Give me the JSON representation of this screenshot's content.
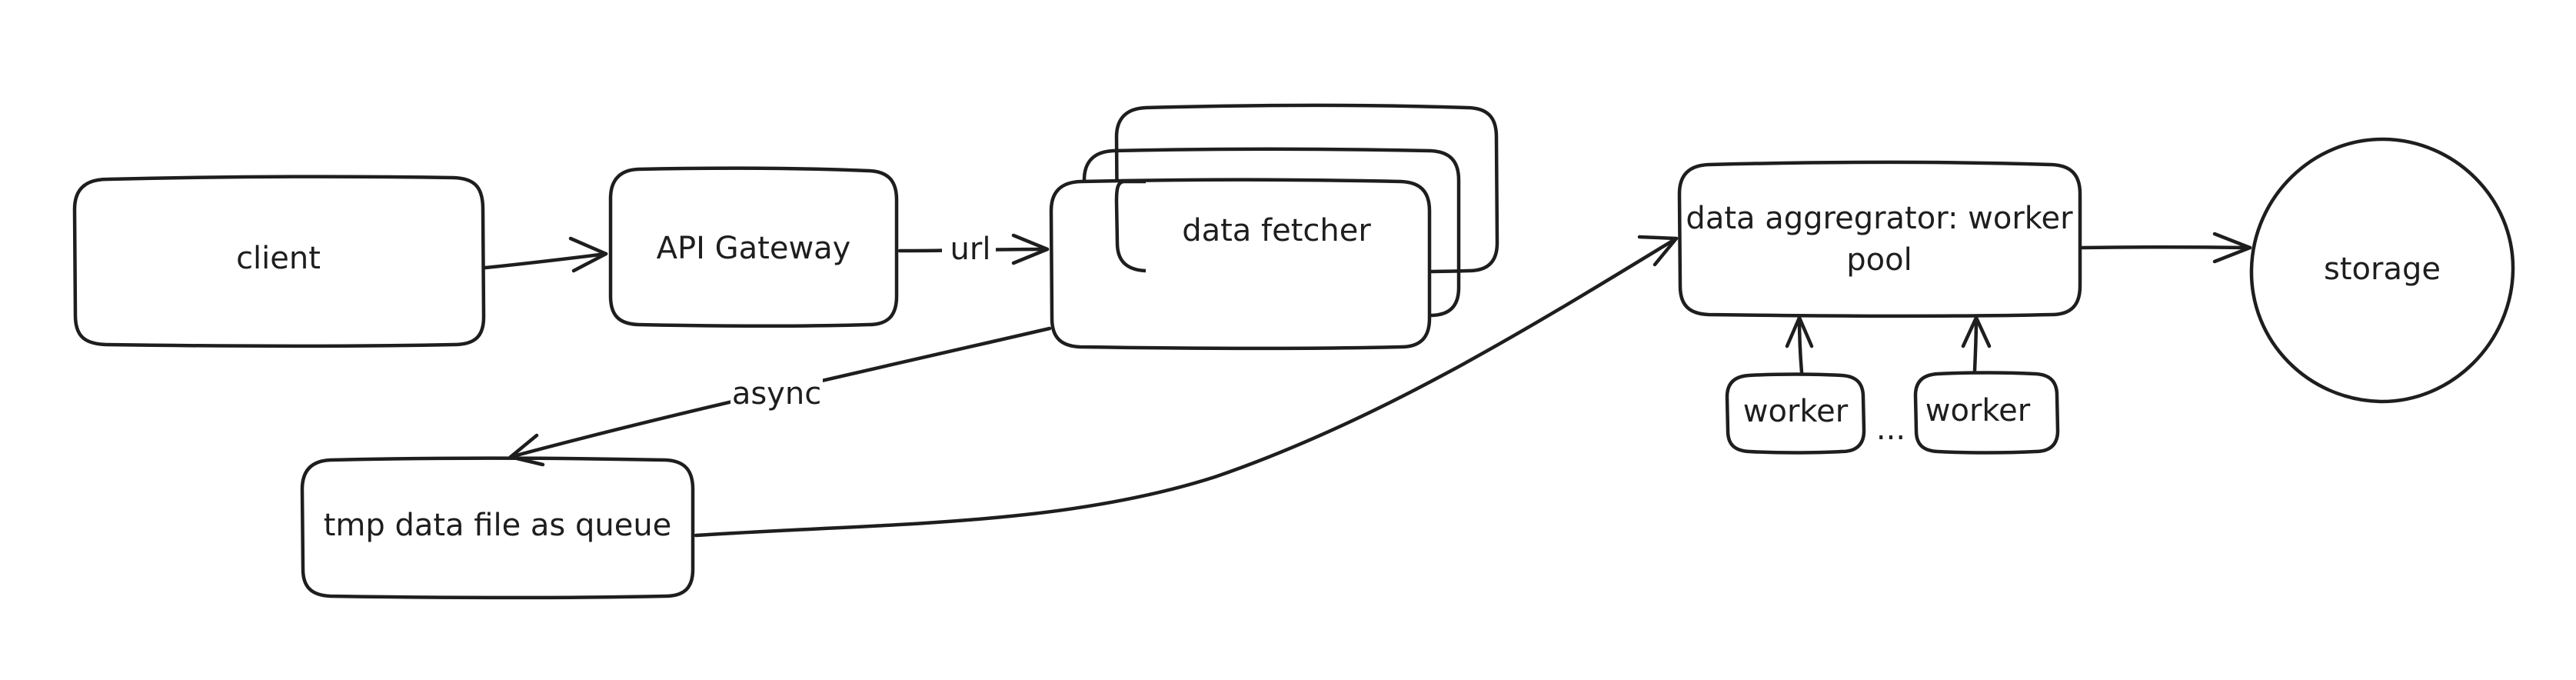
{
  "nodes": {
    "client": "client",
    "api_gateway": "API Gateway",
    "data_fetcher": "data fetcher",
    "aggregator_line1": "data aggregrator: worker",
    "aggregator_line2": "pool",
    "storage": "storage",
    "worker_a": "worker",
    "worker_b": "worker",
    "worker_ellipsis": "...",
    "tmp_queue": "tmp data file as queue"
  },
  "edges": {
    "url": "url",
    "async": "async"
  }
}
